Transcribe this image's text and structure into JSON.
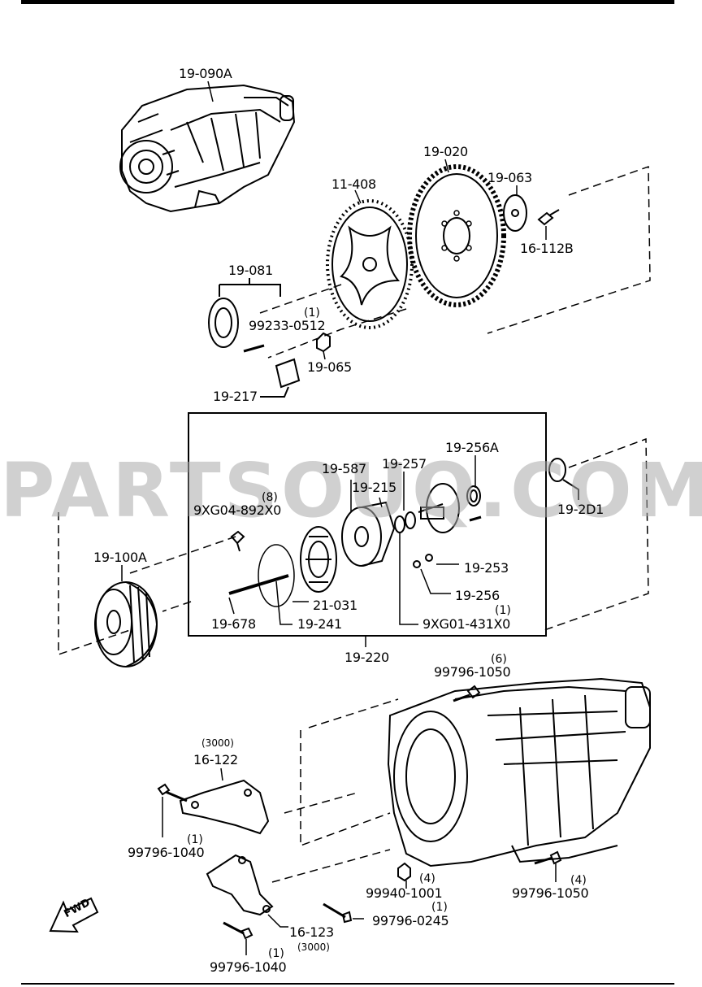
{
  "watermark": "PARTSOUQ.COM",
  "fwd_label": "FWD",
  "labels": {
    "l19090A": "19-090A",
    "l19020": "19-020",
    "l11408": "11-408",
    "l19063": "19-063",
    "l16112B": "16-112B",
    "l19081": "19-081",
    "l99233": "99233-0512",
    "q99233": "(1)",
    "l19065": "19-065",
    "l19217": "19-217",
    "l19587": "19-587",
    "l19257": "19-257",
    "l19256A": "19-256A",
    "l19215": "19-215",
    "l9XG04": "9XG04-892X0",
    "q9XG04": "(8)",
    "l192D1": "19-2D1",
    "l19100A": "19-100A",
    "l19253": "19-253",
    "l19256": "19-256",
    "l21031": "21-031",
    "l19678": "19-678",
    "l19241": "19-241",
    "l9XG01": "9XG01-431X0",
    "q9XG01": "(1)",
    "l19220": "19-220",
    "l997961050a": "99796-1050",
    "q997961050a": "(6)",
    "q16122": "(3000)",
    "l16122": "16-122",
    "l997961040a": "99796-1040",
    "q997961040a": "(1)",
    "l999401001": "99940-1001",
    "q999401001": "(4)",
    "l997961050b": "99796-1050",
    "q997961050b": "(4)",
    "l997960245": "99796-0245",
    "q997960245": "(1)",
    "l16123": "16-123",
    "q16123": "(3000)",
    "l997961040b": "99796-1040",
    "q997961040b": "(1)"
  }
}
